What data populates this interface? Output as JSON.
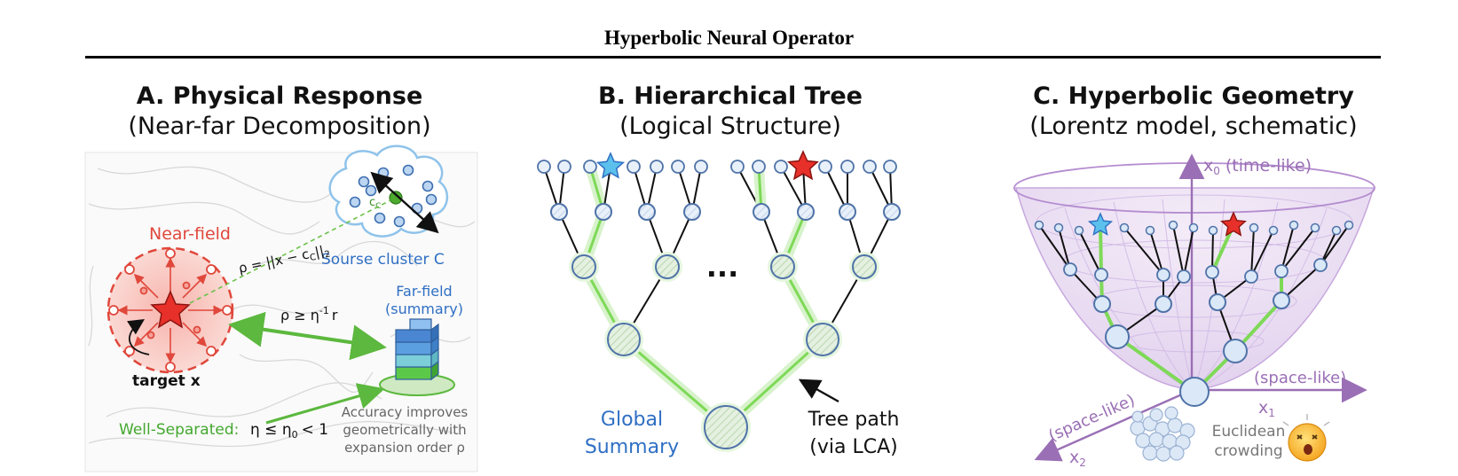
{
  "figure_title": "Hyperbolic Neural Operator",
  "panels": {
    "a": {
      "title": "A. Physical Response",
      "subtitle": "(Near-far Decomposition)",
      "near_field": "Near-field",
      "distance_formula": "ρ = ||x − c",
      "distance_sub": "C",
      "distance_tail": "||",
      "distance_tail_sub": "2",
      "cluster_label": "Sourse cluster C",
      "center_label": "c",
      "center_sub": "C",
      "radius_label": "r",
      "far_field_1": "Far-field",
      "far_field_2": "(summary)",
      "separation_rule_1": "ρ ≥ η",
      "separation_rule_exp": "-1",
      "separation_rule_2": "r",
      "target_label": "target x",
      "well_separated": "Well-Separated:",
      "eta_condition_1": "η ≤ η",
      "eta_condition_sub": "0",
      "eta_condition_2": "< 1",
      "accuracy_1": "Accuracy improves",
      "accuracy_2": "geometrically with",
      "accuracy_3": "expansion order ρ"
    },
    "b": {
      "title": "B. Hierarchical Tree",
      "subtitle": "(Logical Structure)",
      "ellipsis": "...",
      "global_1": "Global",
      "global_2": "Summary",
      "path_1": "Tree path",
      "path_2": "(via LCA)"
    },
    "c": {
      "title": "C. Hyperbolic Geometry",
      "subtitle": "(Lorentz model, schematic)",
      "x0_label": "x",
      "x0_sub": "0",
      "x0_note": "(time-like)",
      "x1_label": "x",
      "x1_sub": "1",
      "x1_note": "(space-like)",
      "x2_label": "x",
      "x2_sub": "2",
      "x2_note": "(space-like)",
      "euclid_1": "Euclidean",
      "euclid_2": "crowding"
    }
  },
  "colors": {
    "near_field": "#e0483c",
    "far_field": "#2f6fc4",
    "well_separated": "#43a82e",
    "tree_path": "#7ed957",
    "node_fill": "#dbe8f7",
    "node_stroke": "#4f73a8",
    "axis": "#9a6fb5"
  },
  "icons": [
    "star-icon",
    "emoji-face-icon",
    "cube-stack-icon"
  ]
}
